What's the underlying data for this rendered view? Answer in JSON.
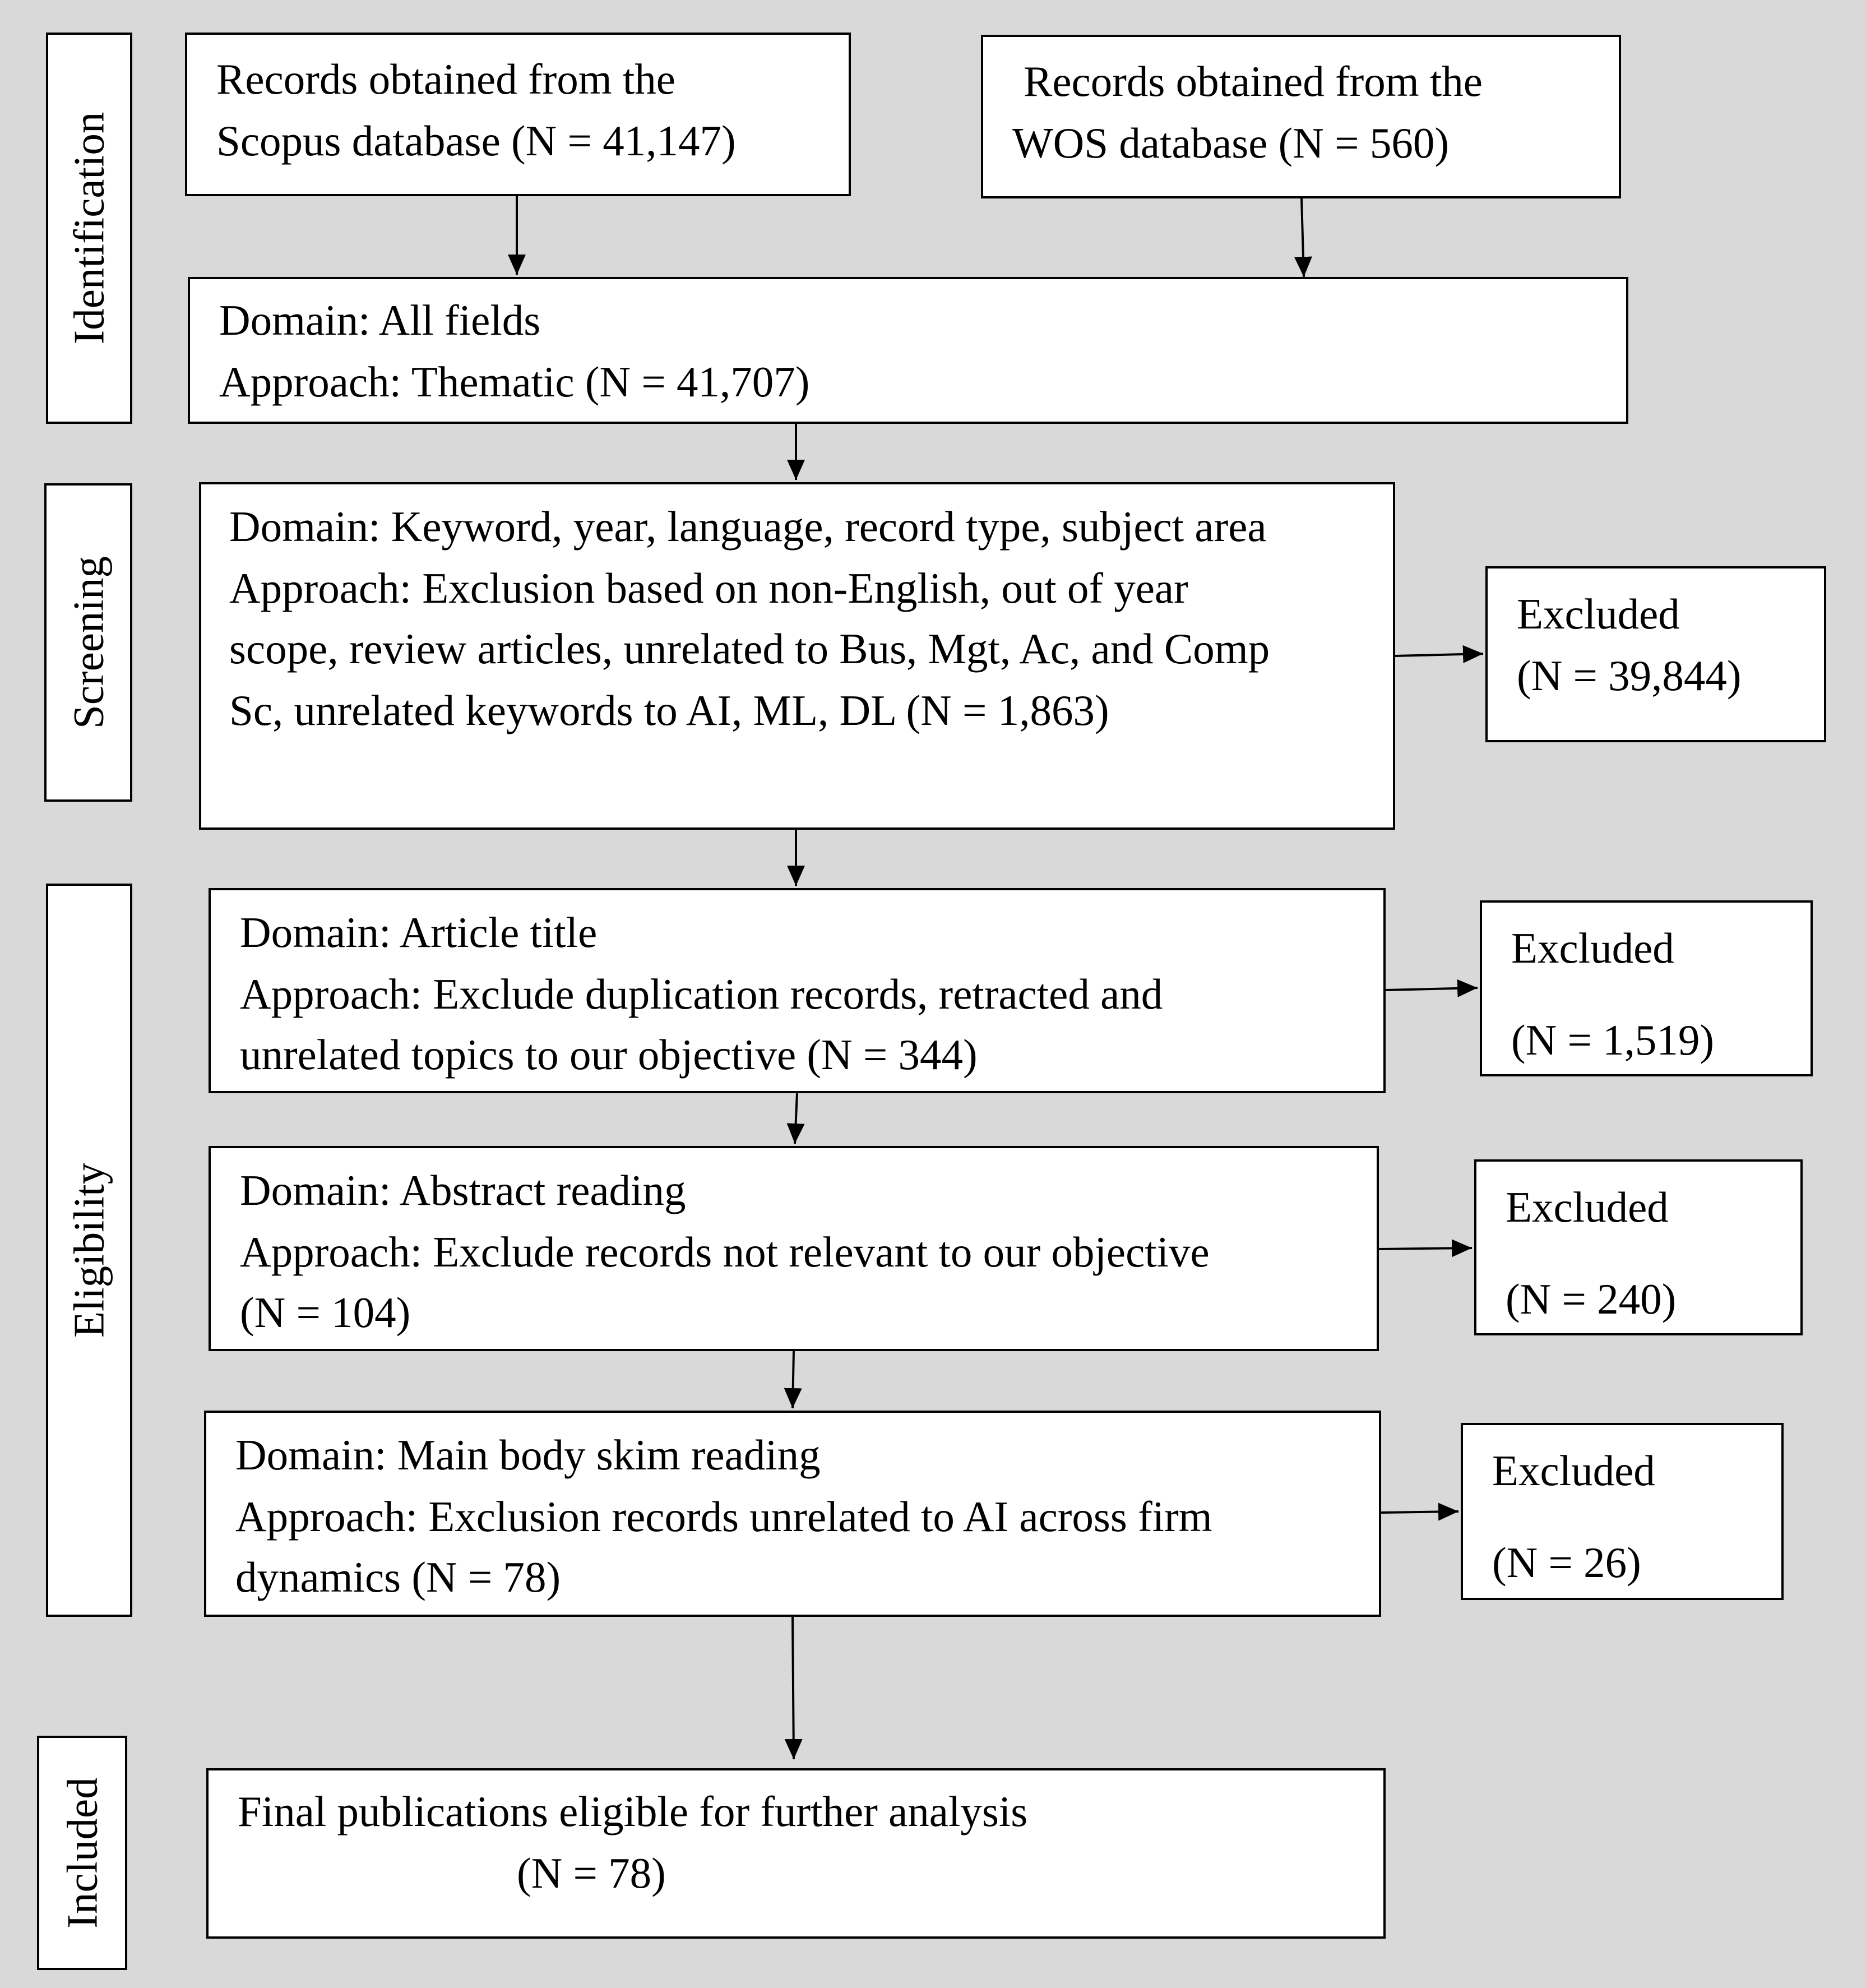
{
  "stages": {
    "identification": "Identification",
    "screening": "Screening",
    "eligibility": "Eligibility",
    "included": "Included"
  },
  "scopus": {
    "line1": "Records obtained from the",
    "line2": "Scopus database (N = 41,147)"
  },
  "wos": {
    "line1": "Records obtained from the",
    "line2": "WOS database (N = 560)"
  },
  "all_fields": {
    "line1": "Domain: All fields",
    "line2": "Approach: Thematic (N = 41,707)"
  },
  "screening_box": {
    "line1": "Domain: Keyword, year, language, record type, subject area",
    "line2": "Approach: Exclusion based on non-English, out of year",
    "line3": "scope, review articles, unrelated to Bus, Mgt, Ac, and Comp",
    "line4": "Sc, unrelated keywords to AI, ML, DL (N = 1,863)"
  },
  "title_box": {
    "line1": "Domain: Article title",
    "line2": "Approach: Exclude duplication records, retracted and",
    "line3": "unrelated topics to our objective (N = 344)"
  },
  "abstract_box": {
    "line1": "Domain: Abstract reading",
    "line2": "Approach: Exclude records not relevant to our objective",
    "line3": "(N = 104)"
  },
  "body_box": {
    "line1": "Domain: Main body skim reading",
    "line2": "Approach: Exclusion records unrelated to AI across firm",
    "line3": "dynamics (N = 78)"
  },
  "final_box": {
    "line1": "Final publications eligible for further analysis",
    "line2": "(N = 78)"
  },
  "excluded": [
    {
      "label": "Excluded",
      "count": "(N = 39,844)"
    },
    {
      "label": "Excluded",
      "count": "(N = 1,519)"
    },
    {
      "label": "Excluded",
      "count": "(N = 240)"
    },
    {
      "label": "Excluded",
      "count": "(N = 26)"
    }
  ]
}
